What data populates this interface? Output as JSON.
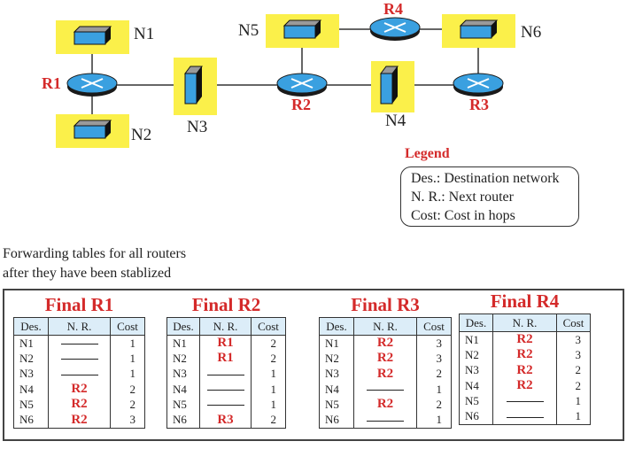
{
  "diagram": {
    "routers": [
      {
        "id": "R1",
        "label": "R1"
      },
      {
        "id": "R2",
        "label": "R2"
      },
      {
        "id": "R3",
        "label": "R3"
      },
      {
        "id": "R4",
        "label": "R4"
      }
    ],
    "networks": [
      {
        "id": "N1",
        "label": "N1"
      },
      {
        "id": "N2",
        "label": "N2"
      },
      {
        "id": "N3",
        "label": "N3"
      },
      {
        "id": "N4",
        "label": "N4"
      },
      {
        "id": "N5",
        "label": "N5"
      },
      {
        "id": "N6",
        "label": "N6"
      }
    ],
    "links": [
      [
        "R1",
        "N1"
      ],
      [
        "R1",
        "N2"
      ],
      [
        "R1",
        "N3"
      ],
      [
        "N3",
        "R2"
      ],
      [
        "R2",
        "N5"
      ],
      [
        "R2",
        "N4"
      ],
      [
        "N4",
        "R3"
      ],
      [
        "R3",
        "N6"
      ],
      [
        "N5",
        "R4"
      ],
      [
        "R4",
        "N6"
      ]
    ],
    "colors": {
      "network_bg": "#fbf04a",
      "device_blue": "#3aa0e0",
      "router_label": "#d42a2a"
    }
  },
  "legend": {
    "title": "Legend",
    "lines": [
      "Des.: Destination network",
      "N. R.: Next router",
      "Cost: Cost in hops"
    ]
  },
  "caption": {
    "line1": "Forwarding tables for all routers",
    "line2": "after they have been stablized"
  },
  "tables": [
    {
      "title": "Final R1",
      "headers": [
        "Des.",
        "N. R.",
        "Cost"
      ],
      "rows": [
        {
          "des": "N1",
          "nr": "",
          "cost": "1"
        },
        {
          "des": "N2",
          "nr": "",
          "cost": "1"
        },
        {
          "des": "N3",
          "nr": "",
          "cost": "1"
        },
        {
          "des": "N4",
          "nr": "R2",
          "cost": "2"
        },
        {
          "des": "N5",
          "nr": "R2",
          "cost": "2"
        },
        {
          "des": "N6",
          "nr": "R2",
          "cost": "3"
        }
      ]
    },
    {
      "title": "Final R2",
      "headers": [
        "Des.",
        "N. R.",
        "Cost"
      ],
      "rows": [
        {
          "des": "N1",
          "nr": "R1",
          "cost": "2"
        },
        {
          "des": "N2",
          "nr": "R1",
          "cost": "2"
        },
        {
          "des": "N3",
          "nr": "",
          "cost": "1"
        },
        {
          "des": "N4",
          "nr": "",
          "cost": "1"
        },
        {
          "des": "N5",
          "nr": "",
          "cost": "1"
        },
        {
          "des": "N6",
          "nr": "R3",
          "cost": "2"
        }
      ]
    },
    {
      "title": "Final R3",
      "headers": [
        "Des.",
        "N. R.",
        "Cost"
      ],
      "rows": [
        {
          "des": "N1",
          "nr": "R2",
          "cost": "3"
        },
        {
          "des": "N2",
          "nr": "R2",
          "cost": "3"
        },
        {
          "des": "N3",
          "nr": "R2",
          "cost": "2"
        },
        {
          "des": "N4",
          "nr": "",
          "cost": "1"
        },
        {
          "des": "N5",
          "nr": "R2",
          "cost": "2"
        },
        {
          "des": "N6",
          "nr": "",
          "cost": "1"
        }
      ]
    },
    {
      "title": "Final R4",
      "headers": [
        "Des.",
        "N. R.",
        "Cost"
      ],
      "rows": [
        {
          "des": "N1",
          "nr": "R2",
          "cost": "3"
        },
        {
          "des": "N2",
          "nr": "R2",
          "cost": "3"
        },
        {
          "des": "N3",
          "nr": "R2",
          "cost": "2"
        },
        {
          "des": "N4",
          "nr": "R2",
          "cost": "2"
        },
        {
          "des": "N5",
          "nr": "",
          "cost": "1"
        },
        {
          "des": "N6",
          "nr": "",
          "cost": "1"
        }
      ]
    }
  ]
}
